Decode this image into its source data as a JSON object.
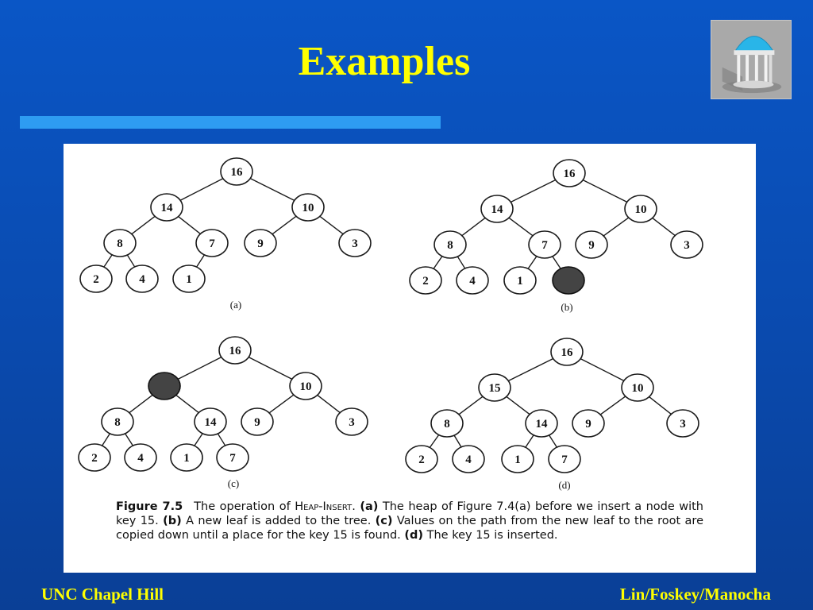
{
  "slide": {
    "title": "Examples",
    "footer_left": "UNC Chapel Hill",
    "footer_right": "Lin/Foskey/Manocha"
  },
  "colors": {
    "background": "#0a4aae",
    "title": "#ffff00",
    "title_bar": "#2e9cf2",
    "hole_fill": "#444444"
  },
  "figure": {
    "trees": [
      {
        "label": "(a)",
        "nodes": [
          {
            "id": "a16",
            "key": "16"
          },
          {
            "id": "a14",
            "key": "14"
          },
          {
            "id": "a10",
            "key": "10"
          },
          {
            "id": "a8",
            "key": "8"
          },
          {
            "id": "a7",
            "key": "7"
          },
          {
            "id": "a9",
            "key": "9"
          },
          {
            "id": "a3",
            "key": "3"
          },
          {
            "id": "a2",
            "key": "2"
          },
          {
            "id": "a4",
            "key": "4"
          },
          {
            "id": "a1",
            "key": "1"
          }
        ],
        "edges": [
          [
            "a16",
            "a14"
          ],
          [
            "a16",
            "a10"
          ],
          [
            "a14",
            "a8"
          ],
          [
            "a14",
            "a7"
          ],
          [
            "a10",
            "a9"
          ],
          [
            "a10",
            "a3"
          ],
          [
            "a8",
            "a2"
          ],
          [
            "a8",
            "a4"
          ],
          [
            "a7",
            "a1"
          ]
        ]
      },
      {
        "label": "(b)",
        "nodes": [
          {
            "id": "b16",
            "key": "16"
          },
          {
            "id": "b14",
            "key": "14"
          },
          {
            "id": "b10",
            "key": "10"
          },
          {
            "id": "b8",
            "key": "8"
          },
          {
            "id": "b7",
            "key": "7"
          },
          {
            "id": "b9",
            "key": "9"
          },
          {
            "id": "b3",
            "key": "3"
          },
          {
            "id": "b2",
            "key": "2"
          },
          {
            "id": "b4",
            "key": "4"
          },
          {
            "id": "b1",
            "key": "1"
          },
          {
            "id": "bnew",
            "key": "",
            "hole": true
          }
        ],
        "edges": [
          [
            "b16",
            "b14"
          ],
          [
            "b16",
            "b10"
          ],
          [
            "b14",
            "b8"
          ],
          [
            "b14",
            "b7"
          ],
          [
            "b10",
            "b9"
          ],
          [
            "b10",
            "b3"
          ],
          [
            "b8",
            "b2"
          ],
          [
            "b8",
            "b4"
          ],
          [
            "b7",
            "b1"
          ],
          [
            "b7",
            "bnew"
          ]
        ]
      },
      {
        "label": "(c)",
        "nodes": [
          {
            "id": "c16",
            "key": "16"
          },
          {
            "id": "chole",
            "key": "",
            "hole": true
          },
          {
            "id": "c10",
            "key": "10"
          },
          {
            "id": "c8",
            "key": "8"
          },
          {
            "id": "c14",
            "key": "14"
          },
          {
            "id": "c9",
            "key": "9"
          },
          {
            "id": "c3",
            "key": "3"
          },
          {
            "id": "c2",
            "key": "2"
          },
          {
            "id": "c4",
            "key": "4"
          },
          {
            "id": "c1",
            "key": "1"
          },
          {
            "id": "c7",
            "key": "7"
          }
        ],
        "edges": [
          [
            "c16",
            "chole"
          ],
          [
            "c16",
            "c10"
          ],
          [
            "chole",
            "c8"
          ],
          [
            "chole",
            "c14"
          ],
          [
            "c10",
            "c9"
          ],
          [
            "c10",
            "c3"
          ],
          [
            "c8",
            "c2"
          ],
          [
            "c8",
            "c4"
          ],
          [
            "c14",
            "c1"
          ],
          [
            "c14",
            "c7"
          ]
        ]
      },
      {
        "label": "(d)",
        "nodes": [
          {
            "id": "d16",
            "key": "16"
          },
          {
            "id": "d15",
            "key": "15"
          },
          {
            "id": "d10",
            "key": "10"
          },
          {
            "id": "d8",
            "key": "8"
          },
          {
            "id": "d14",
            "key": "14"
          },
          {
            "id": "d9",
            "key": "9"
          },
          {
            "id": "d3",
            "key": "3"
          },
          {
            "id": "d2",
            "key": "2"
          },
          {
            "id": "d4",
            "key": "4"
          },
          {
            "id": "d1",
            "key": "1"
          },
          {
            "id": "d7",
            "key": "7"
          }
        ],
        "edges": [
          [
            "d16",
            "d15"
          ],
          [
            "d16",
            "d10"
          ],
          [
            "d15",
            "d8"
          ],
          [
            "d15",
            "d14"
          ],
          [
            "d10",
            "d9"
          ],
          [
            "d10",
            "d3"
          ],
          [
            "d8",
            "d2"
          ],
          [
            "d8",
            "d4"
          ],
          [
            "d14",
            "d1"
          ],
          [
            "d14",
            "d7"
          ]
        ]
      }
    ],
    "caption": {
      "figure_number": "Figure 7.5",
      "part1": "The operation of ",
      "algorithm": "Heap-Insert",
      "part2": ". ",
      "a_label": "(a)",
      "a_text": " The heap of Figure 7.4(a) before we insert a node with key 15. ",
      "b_label": "(b)",
      "b_text": " A new leaf is added to the tree. ",
      "c_label": "(c)",
      "c_text": " Values on the path from the new leaf to the root are copied down until a place for the key 15 is found. ",
      "d_label": "(d)",
      "d_text": " The key 15 is inserted."
    }
  }
}
